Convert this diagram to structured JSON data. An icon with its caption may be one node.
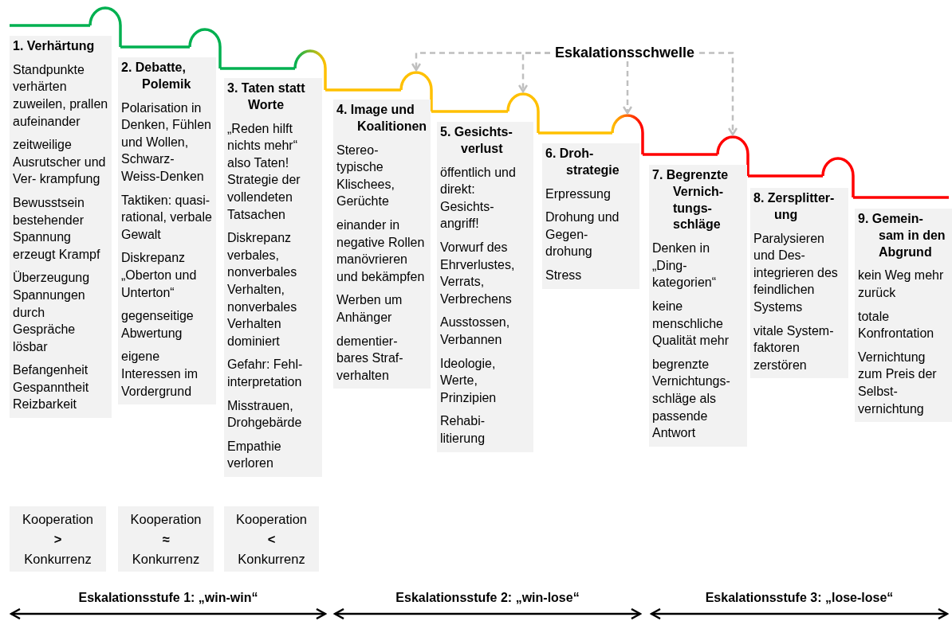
{
  "diagram": {
    "nodes": [
      {
        "text": [
          "1. Verhärtung",
          "Standpunkte verhärten zuweilen, prallen aufeinander",
          "zeitweilige Ausrutscher und Ver- krampfung",
          "Bewusstsein bestehender Spannung erzeugt Krampf",
          "Überzeugung Spannungen durch Gespräche lösbar",
          "Befangenheit Gespanntheit Reizbarkeit"
        ]
      },
      {
        "text": [
          "2. Debatte, Polemik",
          "Polarisation in Denken, Fühlen und Wollen, Schwarz- Weiss-Denken",
          "Taktiken: quasi-rational, verbale Gewalt",
          "Diskrepanz „Oberton und Unterton“",
          "gegenseitige Abwertung",
          "eigene Interessen im Vordergrund"
        ]
      },
      {
        "text": [
          "3. Taten statt Worte",
          "„Reden hilft nichts mehr“ also Taten! Strategie der vollendeten Tatsachen",
          "Diskrepanz verbales, nonverbales Verhalten, nonverbales Verhalten dominiert",
          "Gefahr: Fehl- interpretation",
          "Misstrauen, Drohgebärde",
          "Empathie verloren"
        ]
      },
      {
        "text": [
          "4. Image und Koalitionen",
          "Stereo- typische Klischees, Gerüchte",
          "einander in negative Rollen manövrieren und bekämpfen",
          "Werben um Anhänger",
          "dementier- bares Straf- verhalten"
        ]
      },
      {
        "text": [
          "5. Gesichts- verlust",
          "öffentlich und direkt: Gesichts- angriff!",
          "Vorwurf des Ehrverlustes, Verrats, Verbrechens",
          "Ausstossen, Verbannen",
          "Ideologie, Werte, Prinzipien",
          "Rehabi- litierung"
        ]
      },
      {
        "text": [
          "6. Droh- strategie",
          "Erpressung",
          "Drohung und Gegen- drohung",
          "Stress"
        ]
      },
      {
        "text": [
          "7. Begrenzte Vernich- tungs- schläge",
          "Denken in „Ding- kategorien“",
          "keine menschliche Qualität mehr",
          "begrenzte Vernichtungs- schläge als passende Antwort"
        ]
      },
      {
        "text": [
          "8. Zersplitter- ung",
          "Paralysieren und Des- integrieren des feindlichen Systems",
          "vitale System- faktoren zerstören"
        ]
      },
      {
        "text": [
          "9. Gemein- sam in den Abgrund",
          "kein Weg mehr zurück",
          "totale Konfrontation",
          "Vernichtung zum Preis der Selbst- vernichtung"
        ]
      },
      {
        "text": [
          "Eskalationsschwelle"
        ]
      },
      {
        "text": [
          "Kooperation",
          ">",
          "Konkurrenz"
        ]
      },
      {
        "text": [
          "Kooperation",
          "≈",
          "Konkurrenz"
        ]
      },
      {
        "text": [
          "Kooperation",
          "<",
          "Konkurrenz"
        ]
      }
    ],
    "edges": [
      {
        "from": 9,
        "to": null,
        "arrow": "to",
        "style": "dashed"
      },
      {
        "from": 9,
        "to": null,
        "arrow": "to",
        "style": "dashed"
      },
      {
        "from": 9,
        "to": null,
        "arrow": "to",
        "style": "dashed"
      },
      {
        "from": 9,
        "to": null,
        "arrow": "to",
        "style": "dashed"
      }
    ],
    "labels": [
      "Eskalationsstufe 1: „win-win“",
      "Eskalationsstufe 2: „win-lose“",
      "Eskalationsstufe 3: „lose-lose“"
    ]
  }
}
